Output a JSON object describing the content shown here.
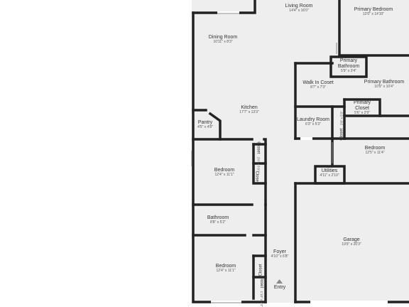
{
  "rooms": {
    "living_room": {
      "name": "Living Room",
      "dims": "14'4\" x 16'0\""
    },
    "primary_bedroom": {
      "name": "Primary Bedroom",
      "dims": "12'0\" x 14'10\""
    },
    "dining_room": {
      "name": "Dining Room",
      "dims": "10'11\" x 8'3\""
    },
    "primary_bathroom_small": {
      "name_line1": "Primary",
      "name_line2": "Bathroom",
      "dims": "5'9\" x 3'4\""
    },
    "walk_in_closet": {
      "name": "Walk In Coset",
      "dims": "8'7\" x 7'3\""
    },
    "primary_bathroom": {
      "name": "Primary Bathroom",
      "dims": "10'9\" x 10'4\""
    },
    "primary_closet": {
      "name_line1": "Primary",
      "name_line2": "Closet",
      "dims": "5'6\" x 2'9\""
    },
    "kitchen": {
      "name": "Kitchen",
      "dims": "17'7\" x 13'3\""
    },
    "pantry": {
      "name": "Pantry",
      "dims": "4'5\" x 4'8\""
    },
    "laundry_room": {
      "name": "Laundry Room",
      "dims": "6'3\" x 5'3\""
    },
    "closet_laundry": {
      "name": "Closet",
      "dims": "2'8\" x 5'3\""
    },
    "bedroom_right": {
      "name": "Bedroom",
      "dims": "12'5\" x 11'4\""
    },
    "bedroom_mid": {
      "name": "Bedroom",
      "dims": "12'4\" x 11'1\""
    },
    "closet_mid_top": {
      "name": "Closet",
      "dims": "2'6\" x 5'9\""
    },
    "closet_mid_bottom": {
      "name": "Closet"
    },
    "utilities": {
      "name": "Utilities",
      "dims": "4'11\" x 2'10\""
    },
    "bathroom": {
      "name": "Bathroom",
      "dims": "8'8\" x 5'2\""
    },
    "garage": {
      "name": "Garage",
      "dims": "19'9\" x 20'3\""
    },
    "foyer": {
      "name": "Foyer",
      "dims": "4'10\" x 6'8\""
    },
    "bedroom_bottom": {
      "name": "Bedroom",
      "dims": "12'4\" x 11'1\""
    },
    "closet_bottom_top": {
      "name": "Closet"
    },
    "closet_bottom_side": {
      "name": "Closet",
      "dims": "1'10\" x 4'4\""
    },
    "entry": {
      "name": "Entry"
    }
  },
  "colors": {
    "wall": "#222222",
    "floor": "#eeeeee",
    "background": "#ffffff"
  }
}
